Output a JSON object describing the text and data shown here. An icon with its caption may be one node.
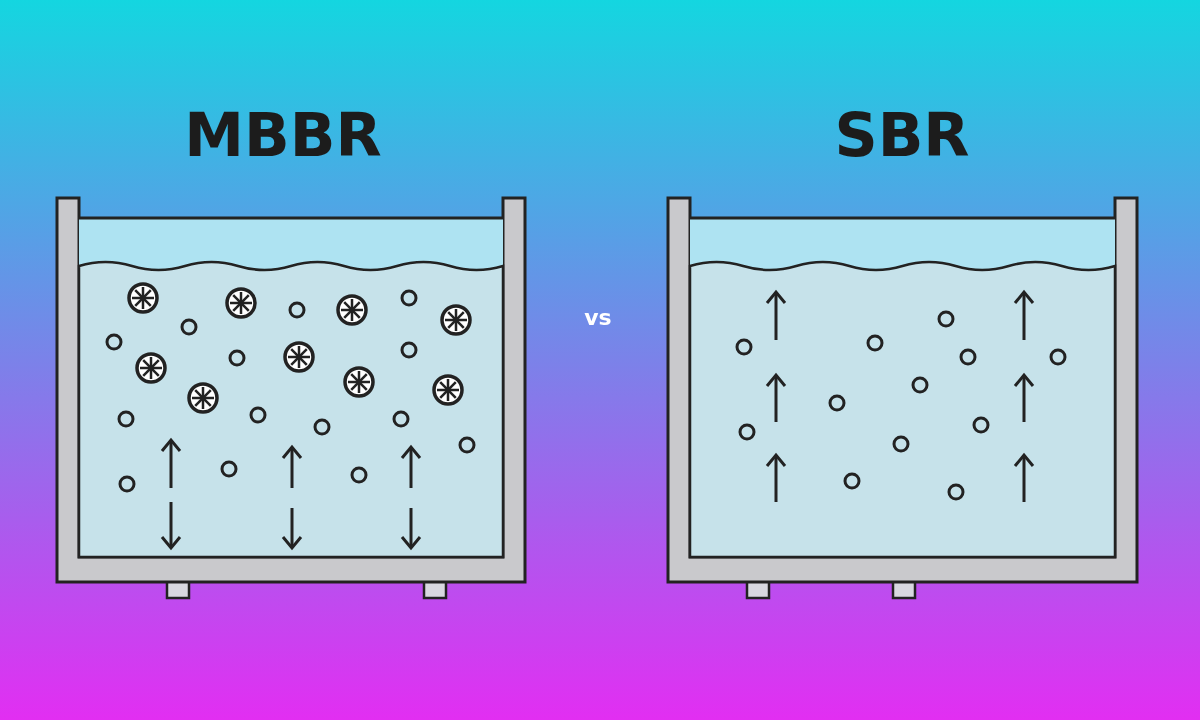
{
  "diagram": {
    "labels": [
      "MBBR",
      "vs",
      "SBR"
    ]
  }
}
